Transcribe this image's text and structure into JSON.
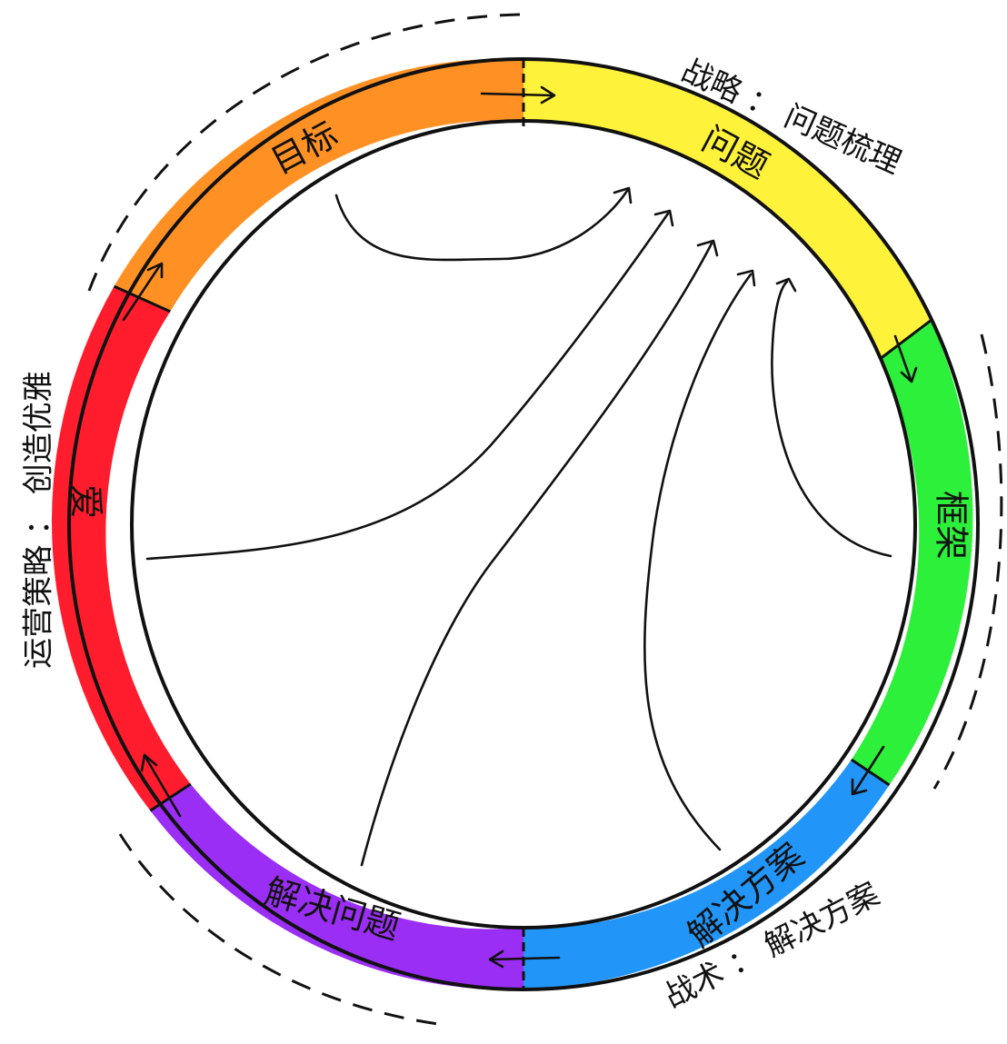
{
  "segments": [
    {
      "label": "目标",
      "color": "#ff9124"
    },
    {
      "label": "问题",
      "color": "#fff23a"
    },
    {
      "label": "框架",
      "color": "#2cf03a"
    },
    {
      "label": "解决方案",
      "color": "#2196f8"
    },
    {
      "label": "解决问题",
      "color": "#9a2ef4"
    },
    {
      "label": "爱",
      "color": "#ff1c2c"
    }
  ],
  "outer_labels": {
    "strategy": "战略 ： 问题梳理",
    "tactics": "战术 ： 解决方案",
    "operations": "运营策略 ： 创造优雅"
  },
  "colors": {
    "ring_outline": "#111111",
    "background": "#ffffff"
  }
}
